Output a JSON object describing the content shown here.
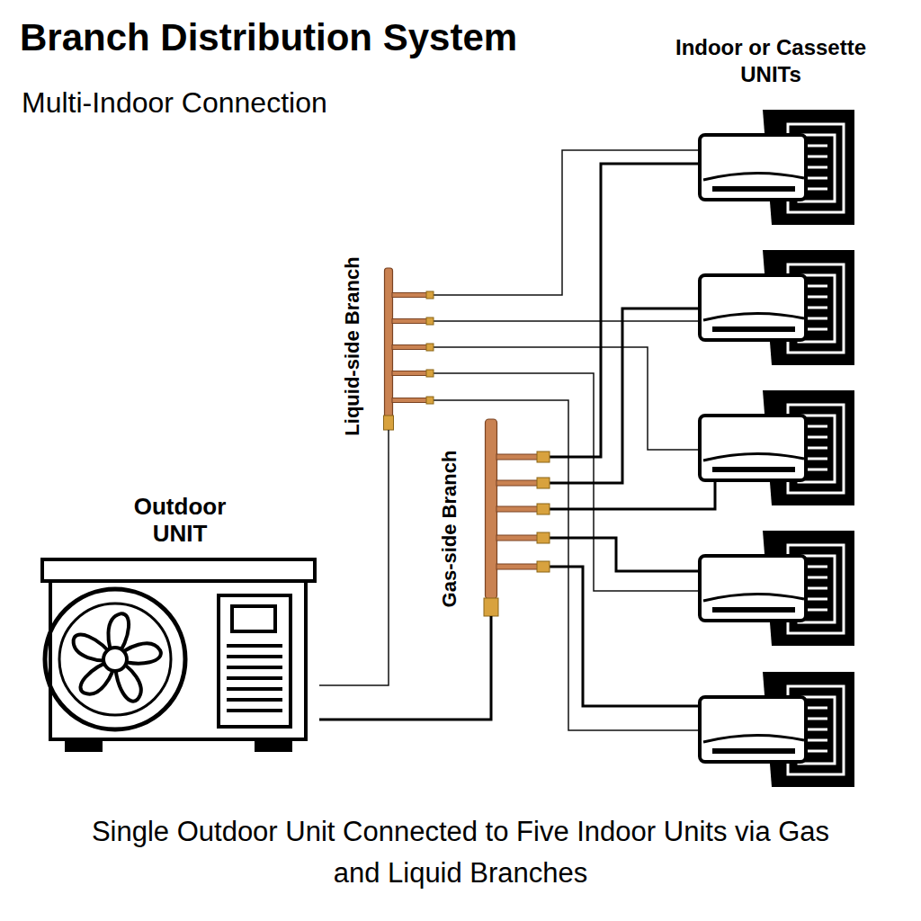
{
  "diagram": {
    "title": "Branch Distribution System",
    "caption": "Single Outdoor Unit Connected to Five Indoor Units via Gas and Liquid Branches",
    "nodes": [
      {
        "text": [
          "Outdoor UNIT"
        ]
      },
      {
        "text": [
          "Liquid-side Branch"
        ]
      },
      {
        "text": [
          "Gas-side Branch"
        ]
      }
    ],
    "edges": [
      {
        "from": 0,
        "to": 1,
        "arrow": "none"
      },
      {
        "from": 0,
        "to": 2,
        "arrow": "none"
      }
    ],
    "labels": [
      "Multi-Indoor Connection",
      "Indoor or Cassette UNITs"
    ]
  }
}
